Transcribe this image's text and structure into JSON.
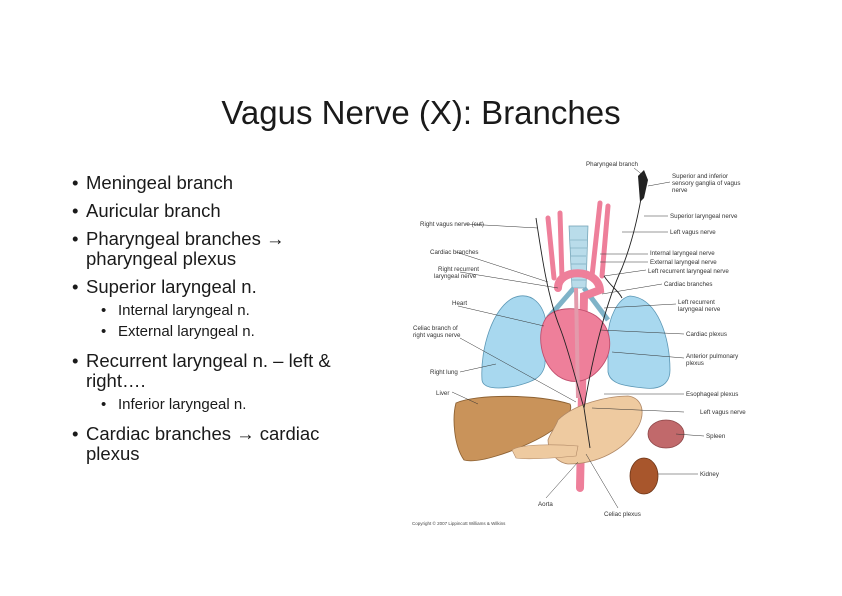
{
  "slide": {
    "title": "Vagus Nerve (X): Branches",
    "bullets": [
      {
        "text": "Meningeal branch"
      },
      {
        "text": "Auricular branch"
      },
      {
        "text": "Pharyngeal branches → pharyngeal plexus"
      },
      {
        "text": "Superior laryngeal n.",
        "sub": [
          "Internal laryngeal n.",
          "External laryngeal n."
        ]
      },
      {
        "text": "Recurrent laryngeal n. – left & right….",
        "sub": [
          "Inferior laryngeal n."
        ]
      },
      {
        "text": "Cardiac branches → cardiac plexus"
      }
    ]
  },
  "figure": {
    "labels": {
      "pharyngeal_branch": "Pharyngeal branch",
      "ganglia": "Superior and inferior sensory ganglia of vagus nerve",
      "superior_laryngeal": "Superior laryngeal nerve",
      "left_vagus": "Left vagus nerve",
      "internal_laryngeal": "Internal laryngeal nerve",
      "external_laryngeal": "External laryngeal nerve",
      "left_recurrent": "Left recurrent laryngeal nerve",
      "cardiac_branches_r": "Cardiac branches",
      "right_vagus_cut": "Right vagus nerve (cut)",
      "cardiac_branches_l": "Cardiac branches",
      "right_recurrent": "Right recurrent laryngeal nerve",
      "heart": "Heart",
      "left_recurrent_2": "Left recurrent laryngeal nerve",
      "celiac_branch": "Celiac branch of right vagus nerve",
      "cardiac_plexus": "Cardiac plexus",
      "anterior_pulmonary": "Anterior pulmonary plexus",
      "right_lung": "Right lung",
      "liver": "Liver",
      "esophageal_plexus": "Esophageal plexus",
      "left_vagus_2": "Left vagus nerve",
      "spleen": "Spleen",
      "kidney": "Kidney",
      "aorta": "Aorta",
      "celiac_plexus": "Celiac plexus",
      "copyright": "Copyright © 2007 Lippincott Williams & Wilkins"
    },
    "colors": {
      "lung": "#a8d8ef",
      "vessel": "#ee7f9a",
      "liver": "#c9935a",
      "stomach": "#eecaa0",
      "spleen": "#c1696b",
      "kidney": "#a8562c",
      "trachea": "#b9dcea",
      "nerve": "#222222"
    }
  }
}
